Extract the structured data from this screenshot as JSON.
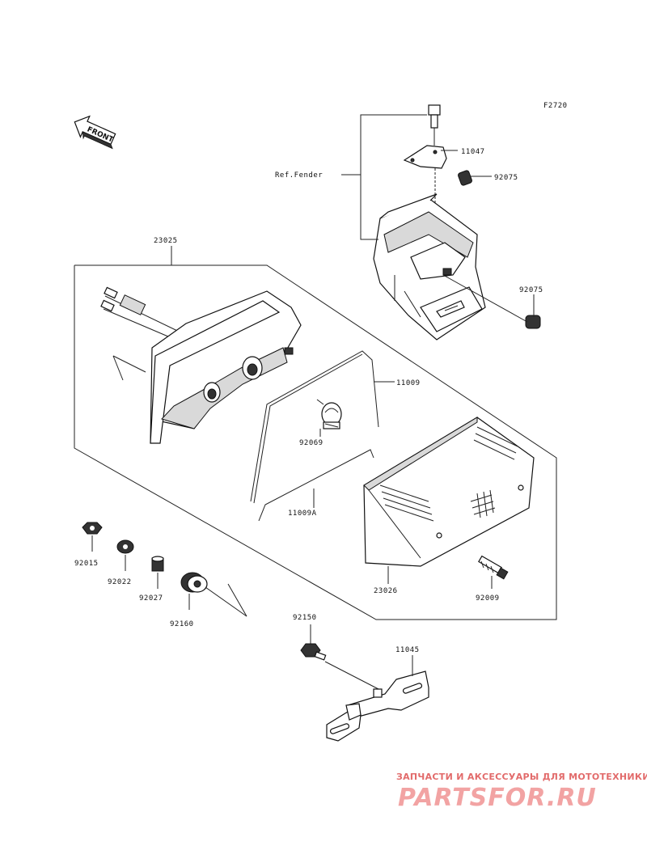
{
  "figure_code": "F2720",
  "front_marker": "FRONT",
  "ref_label": "Ref.Fender",
  "labels": {
    "p11047": "11047",
    "p92075a": "92075",
    "p92075b": "92075",
    "p23025": "23025",
    "p11009": "11009",
    "p92069": "92069",
    "p11009a": "11009A",
    "p23026": "23026",
    "p92009": "92009",
    "p92015": "92015",
    "p92022": "92022",
    "p92027": "92027",
    "p92160": "92160",
    "p92150": "92150",
    "p11045": "11045"
  },
  "watermark": {
    "tagline": "ЗАПЧАСТИ И АКСЕССУАРЫ ДЛЯ МОТОТЕХНИКИ",
    "brand": "PARTSFOR.RU"
  }
}
